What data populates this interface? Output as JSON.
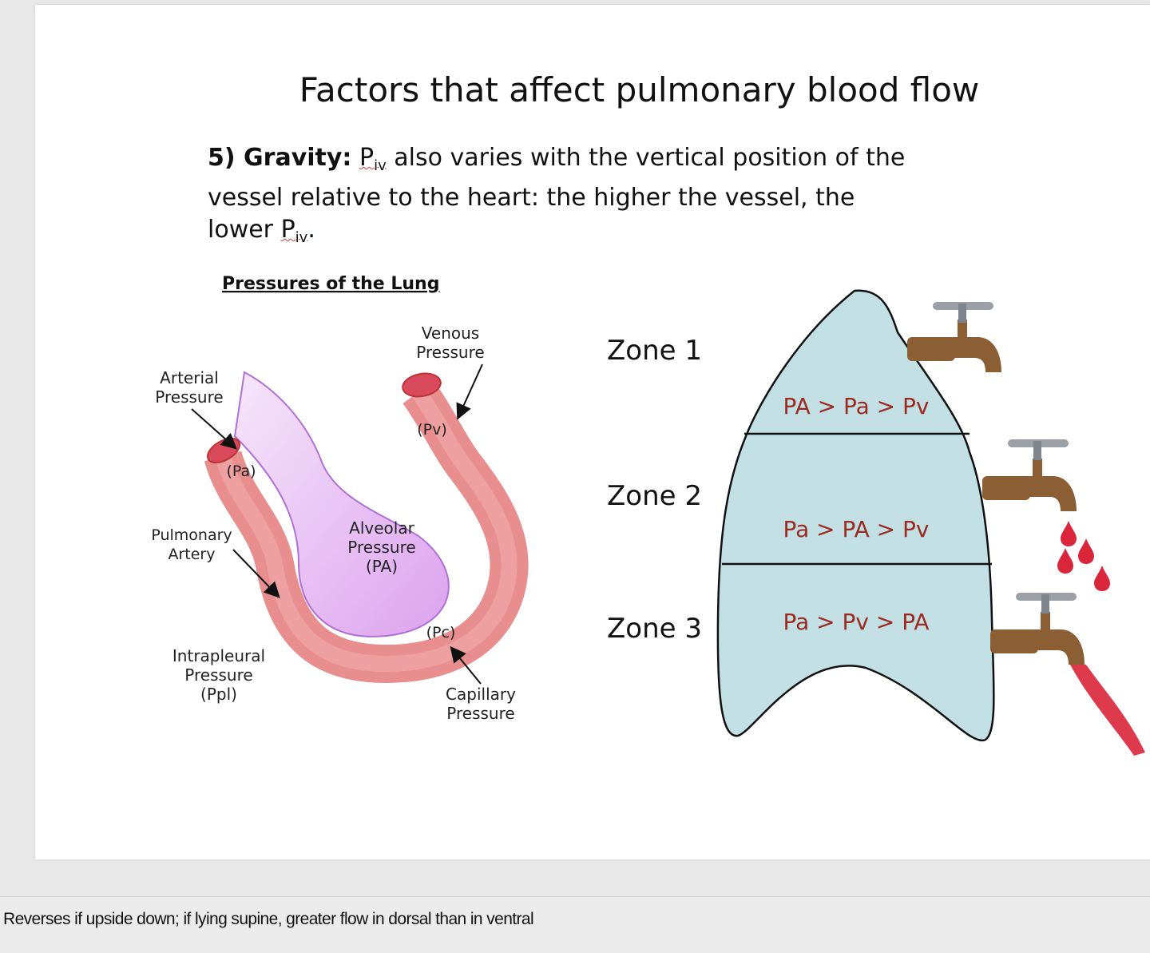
{
  "slide": {
    "title": "Factors that affect pulmonary blood flow",
    "bullet": {
      "lead": "5) Gravity:",
      "p1": "P",
      "sub1": "iv",
      "text1": " also varies with the vertical position of the vessel relative to the heart: the higher the vessel, the lower ",
      "p2": "P",
      "sub2": "iv",
      "end": "."
    },
    "left_figure": {
      "heading": "Pressures of the Lung",
      "labels": {
        "venous_1": "Venous",
        "venous_2": "Pressure",
        "arterial_1": "Arterial",
        "arterial_2": "Pressure",
        "pv": "(Pv)",
        "pa": "(Pa)",
        "pulm_1": "Pulmonary",
        "pulm_2": "Artery",
        "alv_1": "Alveolar",
        "alv_2": "Pressure",
        "alv_3": "(PA)",
        "pc": "(Pc)",
        "intra_1": "Intrapleural",
        "intra_2": "Pressure",
        "intra_3": "(Ppl)",
        "cap_1": "Capillary",
        "cap_2": "Pressure"
      }
    },
    "right_figure": {
      "zone1": "Zone 1",
      "zone2": "Zone 2",
      "zone3": "Zone 3",
      "eq1": "PA > Pa > Pv",
      "eq2": "Pa > PA > Pv",
      "eq3": "Pa > Pv > PA"
    },
    "colors": {
      "lung_fill": "#c2e0e3",
      "vessel": "#eb8f8f",
      "alveolus": "#ebb3f2",
      "equation": "#9a2a22",
      "faucet": "#8b5e34",
      "blood": "#d9263a"
    }
  },
  "notes": {
    "text": "Reverses if upside down;  if lying supine, greater flow in dorsal  than in ventral"
  }
}
